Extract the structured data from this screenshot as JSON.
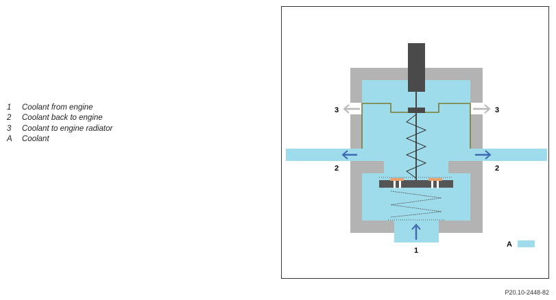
{
  "legend": [
    {
      "key": "1",
      "label": "Coolant from engine"
    },
    {
      "key": "2",
      "label": "Coolant back to engine"
    },
    {
      "key": "3",
      "label": "Coolant to engine radiator"
    },
    {
      "key": "A",
      "label": "Coolant"
    }
  ],
  "diagram": {
    "port_labels": {
      "inlet": "1",
      "bypass_left": "2",
      "bypass_right": "2",
      "radiator_left": "3",
      "radiator_right": "3"
    },
    "key_label": "A",
    "colors": {
      "coolant": "#9fdceb",
      "housing": "#b3b3b3",
      "actuator": "#4a4a4a",
      "arrow_blue": "#3f67b0",
      "arrow_grey": "#b8b8b8",
      "valve_line": "#7b7a30",
      "wax_element": "#e9a06a"
    }
  },
  "figure_ref": "P20.10-2448-82"
}
